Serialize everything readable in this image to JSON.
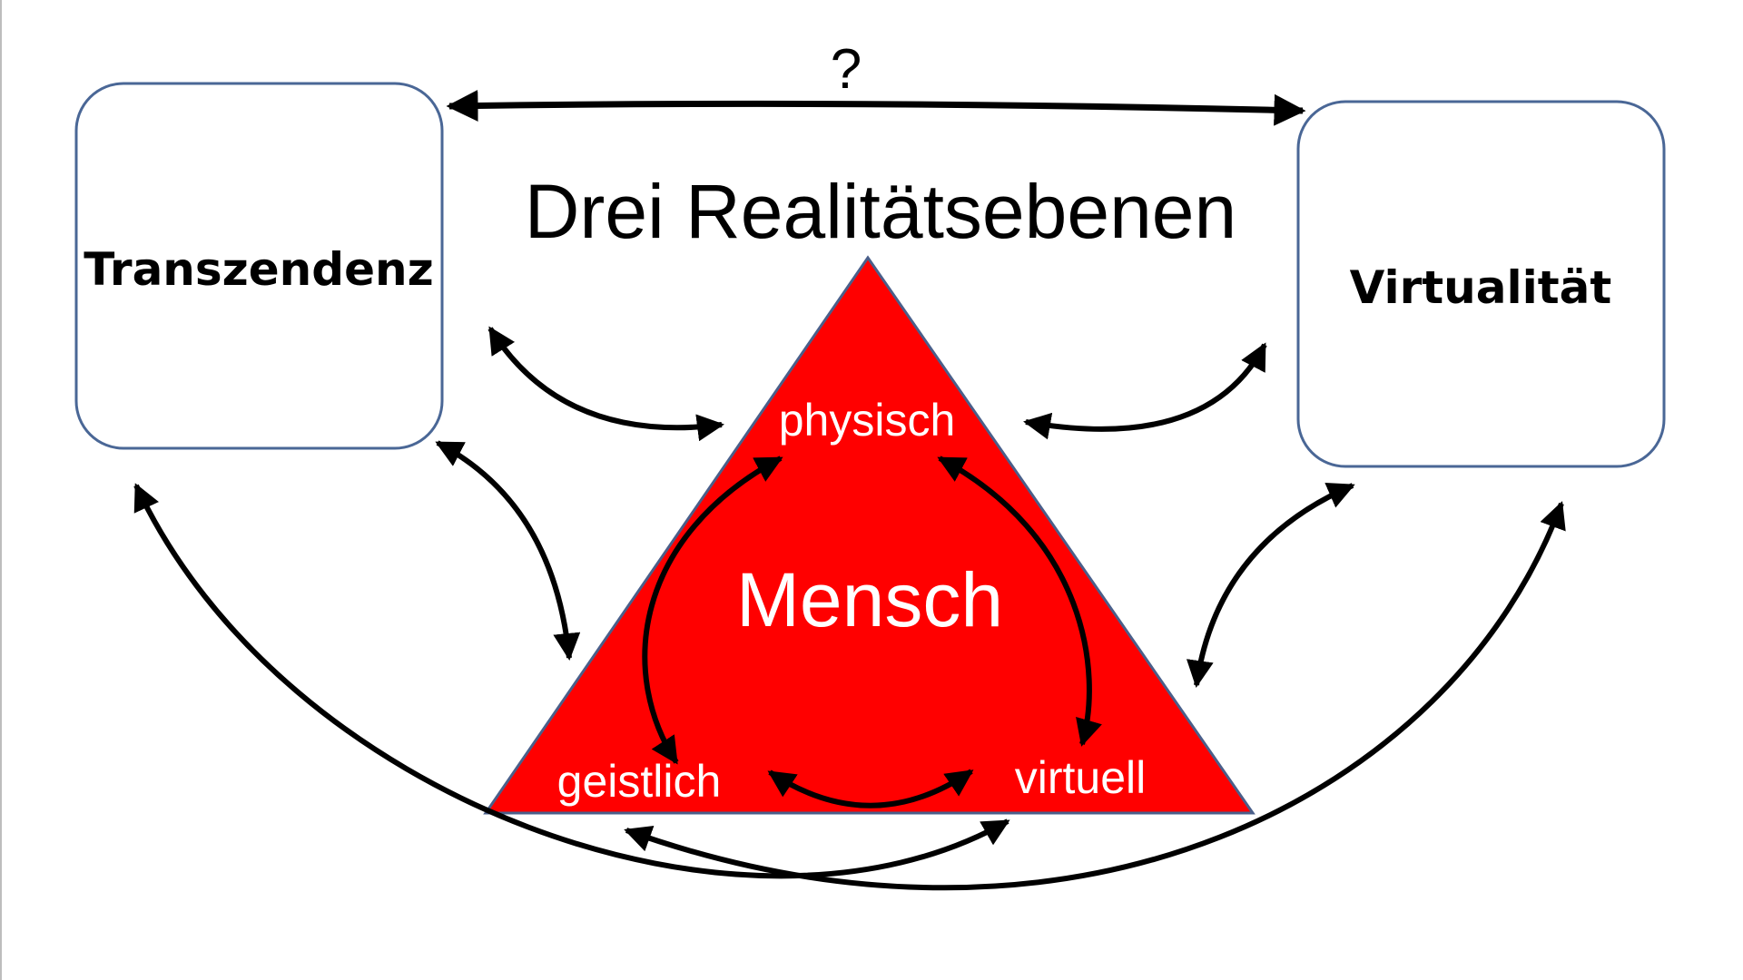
{
  "diagram": {
    "question_mark": "?",
    "title": "Drei Realitätsebenen",
    "boxes": {
      "left": "Transzendenz",
      "right": "Virtualität"
    },
    "triangle": {
      "center": "Mensch",
      "top": "physisch",
      "bottom_left": "geistlich",
      "bottom_right": "virtuell"
    },
    "colors": {
      "triangle_fill": "#ff0000",
      "triangle_stroke": "#4a5f8a",
      "box_stroke": "#4a6796",
      "arrow": "#000000",
      "triangle_text": "#ffffff"
    }
  }
}
